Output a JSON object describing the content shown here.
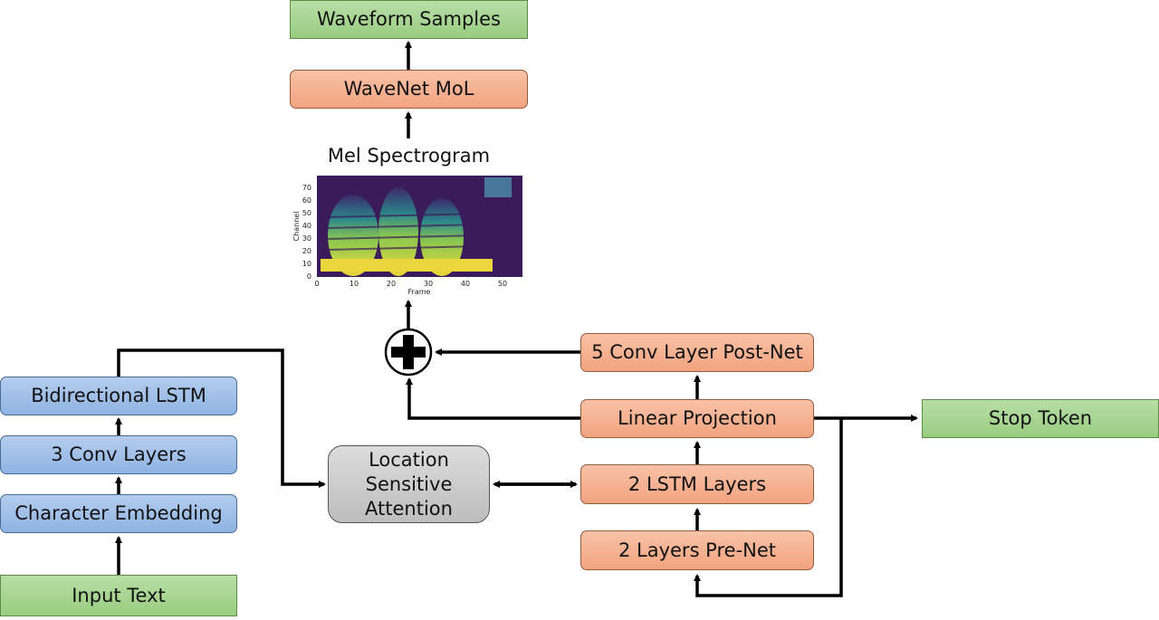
{
  "boxes": {
    "waveform_samples": "Waveform Samples",
    "wavenet_mol": "WaveNet MoL",
    "mel_spectrogram": "Mel Spectrogram",
    "post_net": "5 Conv Layer Post-Net",
    "linear_projection": "Linear Projection",
    "stop_token": "Stop Token",
    "lstm_layers": "2 LSTM Layers",
    "pre_net": "2 Layers Pre-Net",
    "location_attention": "Location Sensitive Attention",
    "bidirectional_lstm": "Bidirectional LSTM",
    "conv_layers": "3 Conv Layers",
    "char_embedding": "Character Embedding",
    "input_text": "Input Text"
  },
  "spectrogram": {
    "xlabel": "Frame",
    "ylabel": "Channel",
    "xticks": [
      "0",
      "10",
      "20",
      "30",
      "40",
      "50"
    ],
    "yticks": [
      "0",
      "10",
      "20",
      "30",
      "40",
      "50",
      "60",
      "70"
    ]
  },
  "colors": {
    "encoder": "#a3c1ea",
    "decoder": "#f5b293",
    "io": "#a8d690",
    "attention": "#cccccc"
  }
}
